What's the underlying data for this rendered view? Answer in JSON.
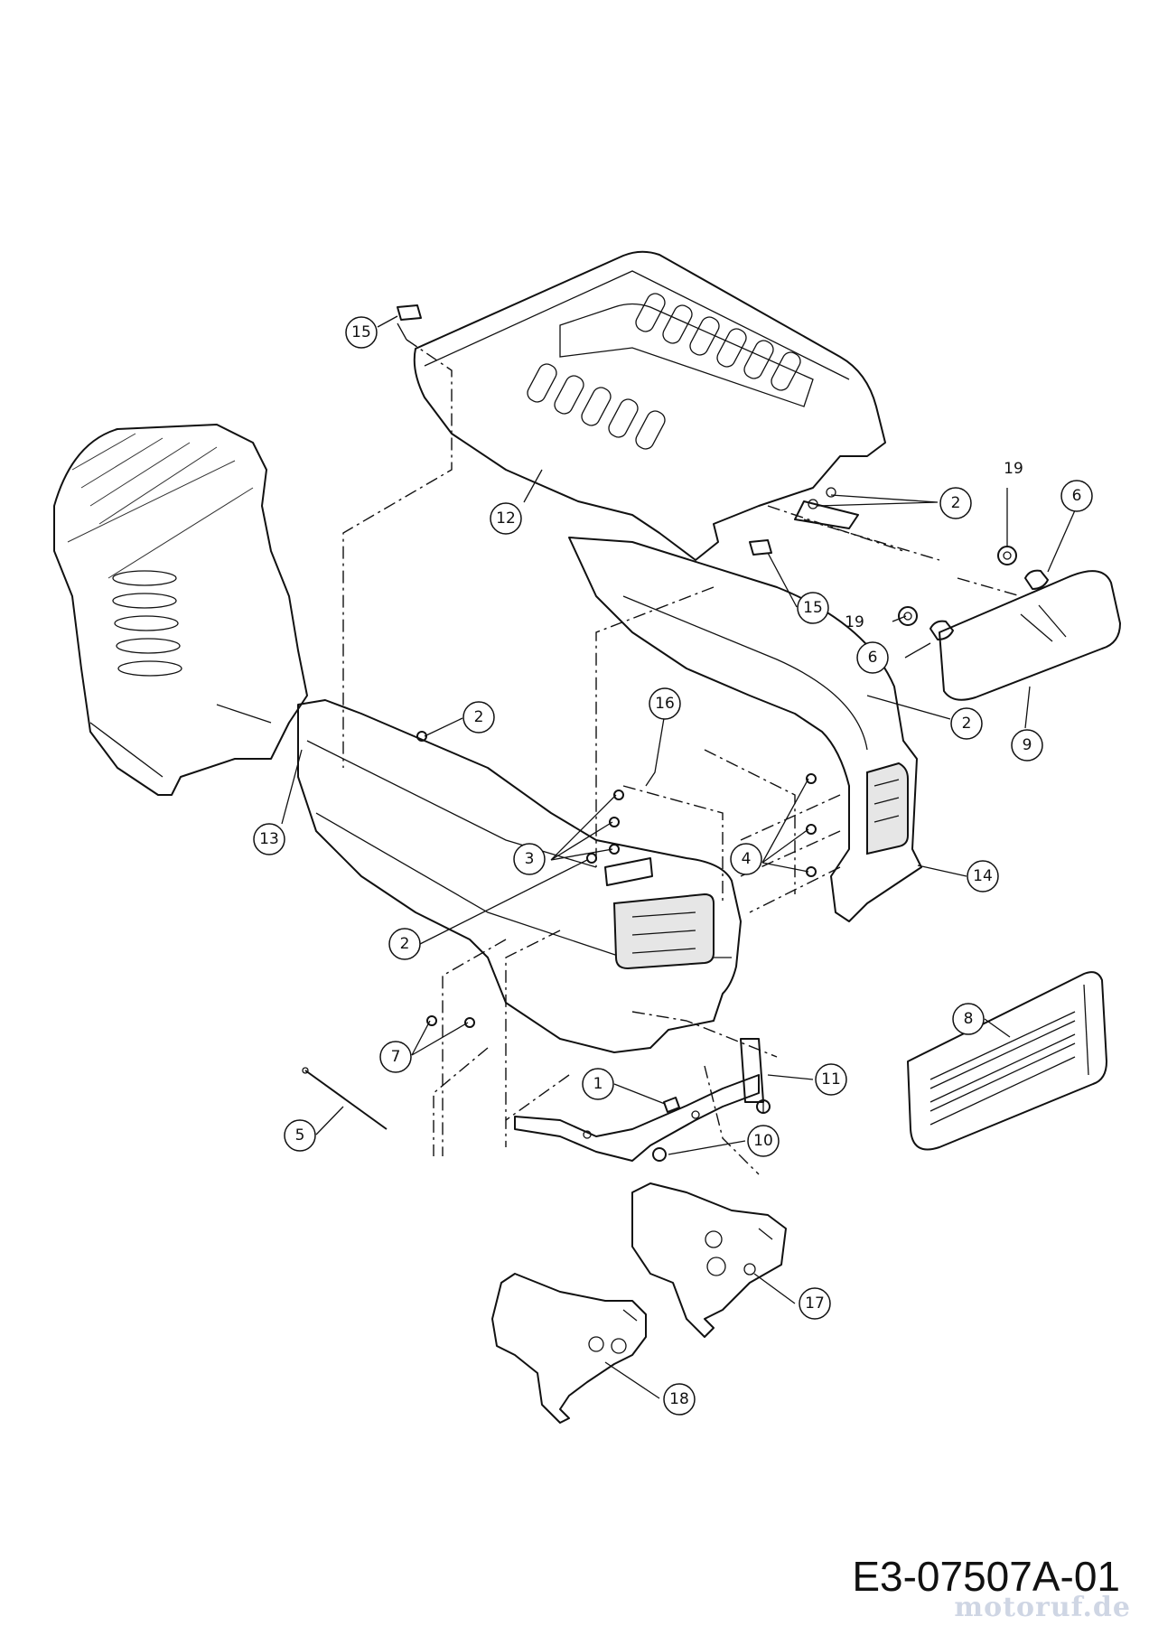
{
  "drawing_code": "E3-07507A-01",
  "watermark": "motoruf.de",
  "callouts": [
    {
      "id": "c15a",
      "label": "15"
    },
    {
      "id": "c12",
      "label": "12"
    },
    {
      "id": "c2a",
      "label": "2"
    },
    {
      "id": "c15b",
      "label": "15"
    },
    {
      "id": "c19a",
      "label": "19"
    },
    {
      "id": "c6a",
      "label": "6"
    },
    {
      "id": "c19b",
      "label": "19"
    },
    {
      "id": "c6b",
      "label": "6"
    },
    {
      "id": "c2b",
      "label": "2"
    },
    {
      "id": "c9",
      "label": "9"
    },
    {
      "id": "c2c",
      "label": "2"
    },
    {
      "id": "c16",
      "label": "16"
    },
    {
      "id": "c3",
      "label": "3"
    },
    {
      "id": "c4",
      "label": "4"
    },
    {
      "id": "c13",
      "label": "13"
    },
    {
      "id": "c14",
      "label": "14"
    },
    {
      "id": "c2d",
      "label": "2"
    },
    {
      "id": "c8",
      "label": "8"
    },
    {
      "id": "c7",
      "label": "7"
    },
    {
      "id": "c1",
      "label": "1"
    },
    {
      "id": "c11",
      "label": "11"
    },
    {
      "id": "c5",
      "label": "5"
    },
    {
      "id": "c10",
      "label": "10"
    },
    {
      "id": "c17",
      "label": "17"
    },
    {
      "id": "c18",
      "label": "18"
    }
  ]
}
